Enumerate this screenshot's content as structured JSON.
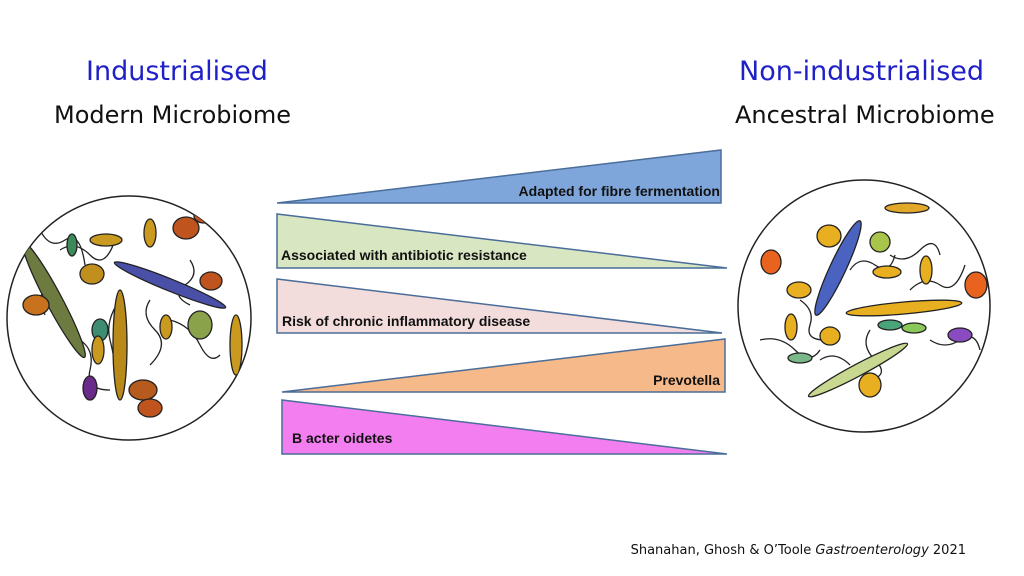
{
  "left": {
    "heading": "Industrialised",
    "subheading": "Modern Microbiome"
  },
  "right": {
    "heading": "Non-industrialised",
    "subheading": "Ancestral Microbiome"
  },
  "wedges": [
    {
      "label": "Adapted for fibre fermentation",
      "fill": "#7ea6da",
      "direction": "increasing-to-right"
    },
    {
      "label": "Associated with antibiotic resistance",
      "fill": "#d8e6c2",
      "direction": "decreasing-to-right"
    },
    {
      "label": "Risk of chronic inflammatory disease",
      "fill": "#f2dcdc",
      "direction": "decreasing-to-right"
    },
    {
      "label": "Prevotella",
      "fill": "#f6b98a",
      "direction": "increasing-to-right"
    },
    {
      "label": "B acter oidetes",
      "fill": "#f27ef0",
      "direction": "decreasing-to-right"
    }
  ],
  "colors": {
    "heading": "#2020c8",
    "wedge_stroke": "#4a6d9a"
  },
  "citation": {
    "authors": "Shanahan, Ghosh & O’Toole",
    "journal": "Gastroenterology",
    "year": "2021"
  }
}
